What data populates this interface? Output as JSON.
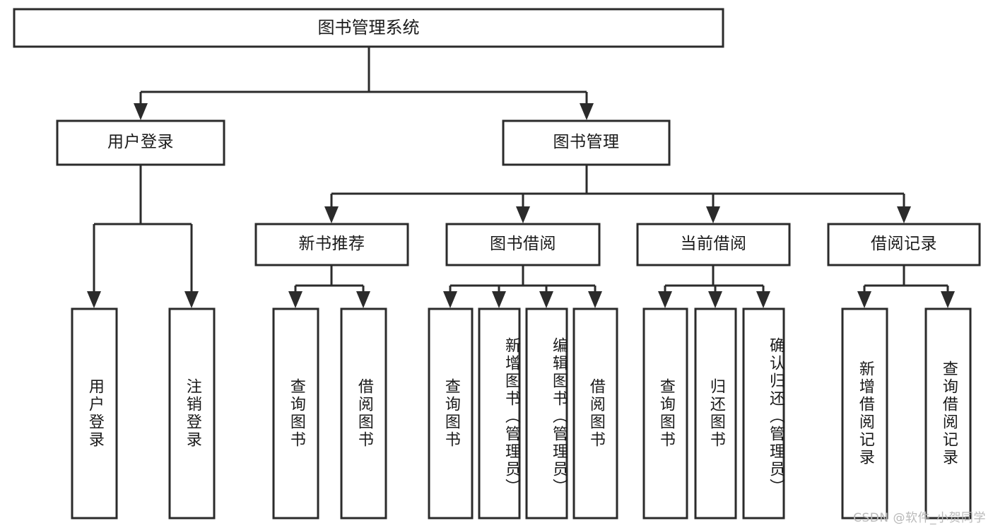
{
  "diagram": {
    "type": "tree",
    "title": "图书管理系统",
    "orientation": "top-down",
    "colors": {
      "box_fill": "#ffffff",
      "box_stroke": "#2b2b2b",
      "text": "#1a1a1a",
      "watermark": "#b9b9b9",
      "background": "#ffffff"
    },
    "root": {
      "label": "图书管理系统"
    },
    "level2": [
      {
        "label": "用户登录"
      },
      {
        "label": "图书管理"
      }
    ],
    "user_login_children": [
      {
        "label": "用户登录"
      },
      {
        "label": "注销登录"
      }
    ],
    "level3": [
      {
        "label": "新书推荐"
      },
      {
        "label": "图书借阅"
      },
      {
        "label": "当前借阅"
      },
      {
        "label": "借阅记录"
      }
    ],
    "new_book_children": [
      {
        "label": "查询图书"
      },
      {
        "label": "借阅图书"
      }
    ],
    "borrow_children": [
      {
        "label": "查询图书"
      },
      {
        "label": "新增图书（管理员）"
      },
      {
        "label": "编辑图书（管理员）"
      },
      {
        "label": "借阅图书"
      }
    ],
    "current_borrow_children": [
      {
        "label": "查询图书"
      },
      {
        "label": "归还图书"
      },
      {
        "label": "确认归还（管理员）"
      }
    ],
    "record_children": [
      {
        "label": "新增借阅记录"
      },
      {
        "label": "查询借阅记录"
      }
    ]
  },
  "watermark": {
    "text": "CSDN @软件_小贺同学"
  }
}
